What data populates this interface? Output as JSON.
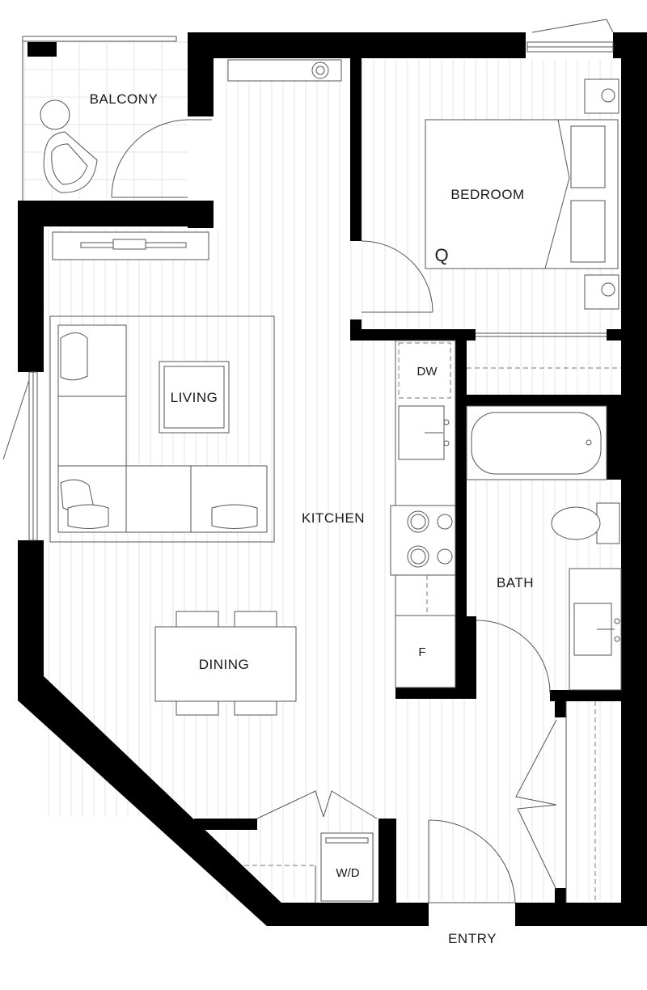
{
  "labels": {
    "balcony": "BALCONY",
    "bedroom": "BEDROOM",
    "bed_size": "Q",
    "living": "LIVING",
    "kitchen": "KITCHEN",
    "dishwasher": "DW",
    "bath": "BATH",
    "fridge": "F",
    "dining": "DINING",
    "laundry": "W/D",
    "entry": "ENTRY"
  },
  "colors": {
    "wall": "#000000",
    "line": "#555555",
    "floor_line": "#e6e6e6",
    "background": "#ffffff"
  }
}
